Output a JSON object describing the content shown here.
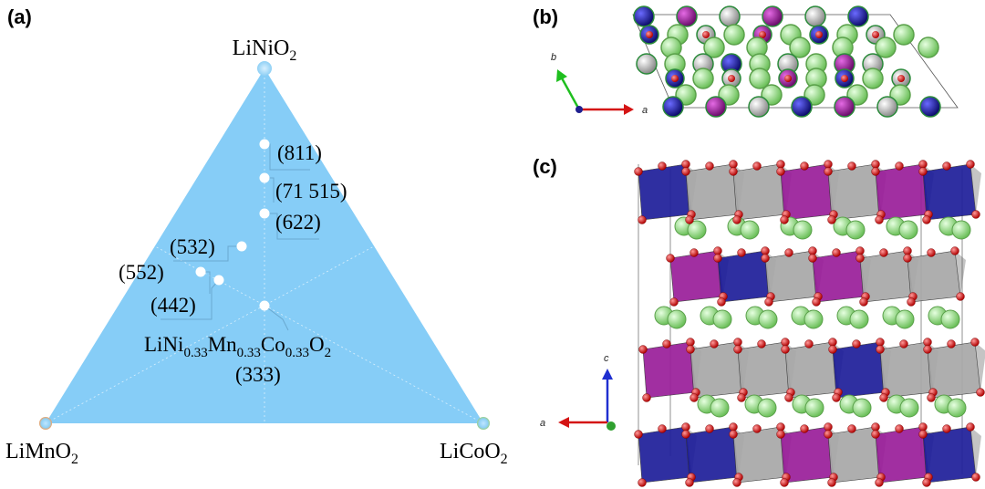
{
  "panels": {
    "a": "(a)",
    "b": "(b)",
    "c": "(c)"
  },
  "ternary": {
    "vertices": {
      "top": {
        "base": "LiNiO",
        "sub": "2"
      },
      "left": {
        "base": "LiMnO",
        "sub": "2"
      },
      "right": {
        "base": "LiCoO",
        "sub": "2"
      }
    },
    "points": [
      {
        "label": "(811)"
      },
      {
        "label": "(71 515)"
      },
      {
        "label": "(622)"
      },
      {
        "label": "(532)"
      },
      {
        "label": "(552)"
      },
      {
        "label": "(442)"
      }
    ],
    "center": {
      "formula": [
        {
          "t": "LiNi",
          "sub": false
        },
        {
          "t": "0.33",
          "sub": true
        },
        {
          "t": "Mn",
          "sub": false
        },
        {
          "t": "0.33",
          "sub": true
        },
        {
          "t": "Co",
          "sub": false
        },
        {
          "t": "0.33",
          "sub": true
        },
        {
          "t": "O",
          "sub": false
        },
        {
          "t": "2",
          "sub": true
        }
      ],
      "code": "(333)"
    },
    "colors": {
      "fill": "#86cdf7",
      "point": "#ffffff"
    }
  },
  "axes_b": {
    "b": "b",
    "a": "a"
  },
  "axes_c": {
    "c": "c",
    "a": "a"
  },
  "atom_colors": {
    "Ni": "#1f1f8f",
    "Mn": "#9a1f9a",
    "Co": "#b8b8b8",
    "Li": "#9de08c",
    "O": "#e01010"
  }
}
